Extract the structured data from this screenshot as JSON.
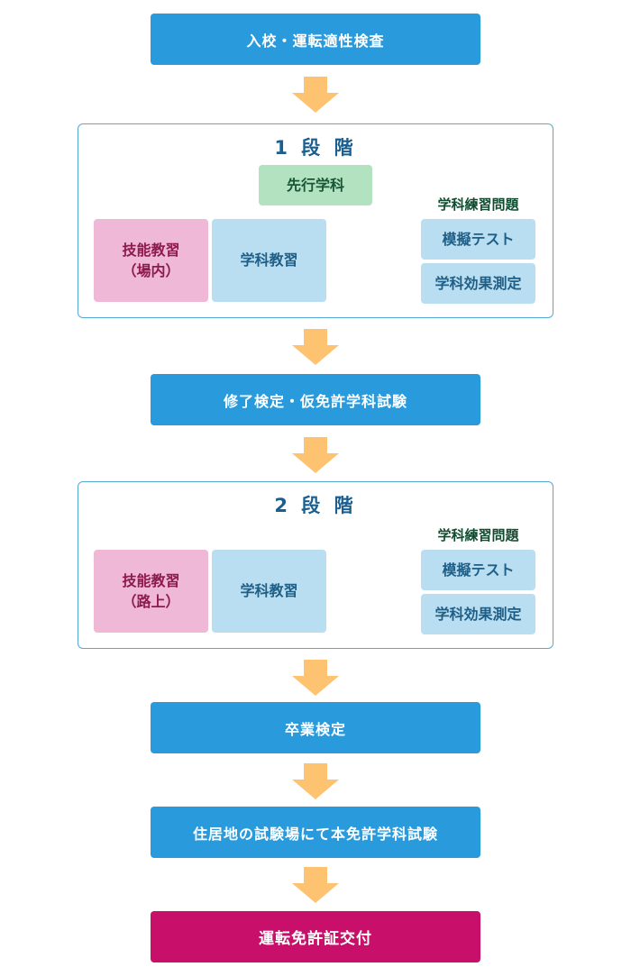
{
  "steps": {
    "s1": "入校・運転適性検査",
    "s2": "修了検定・仮免許学科試験",
    "s3": "卒業検定",
    "s4": "住居地の試験場にて本免許学科試験",
    "s5": "運転免許証交付"
  },
  "stage1": {
    "title": "1 段 階",
    "prior": "先行学科",
    "practical_line1": "技能教習",
    "practical_line2": "（場内）",
    "academic": "学科教習",
    "practice_title": "学科練習問題",
    "mock": "模擬テスト",
    "effect": "学科効果測定"
  },
  "stage2": {
    "title": "2 段 階",
    "practical_line1": "技能教習",
    "practical_line2": "（路上）",
    "academic": "学科教習",
    "practice_title": "学科練習問題",
    "mock": "模擬テスト",
    "effect": "学科効果測定"
  },
  "colors": {
    "step_blue": "#299bdd",
    "final_magenta": "#c8106b",
    "arrow_orange": "#fdc370",
    "stage_border": "#54a9d6",
    "practical_pink": "#efb8d7",
    "academic_blue": "#b9def1",
    "prior_green": "#b3e2c0"
  },
  "icons": {
    "flow_arrow": "arrow-down-icon"
  }
}
